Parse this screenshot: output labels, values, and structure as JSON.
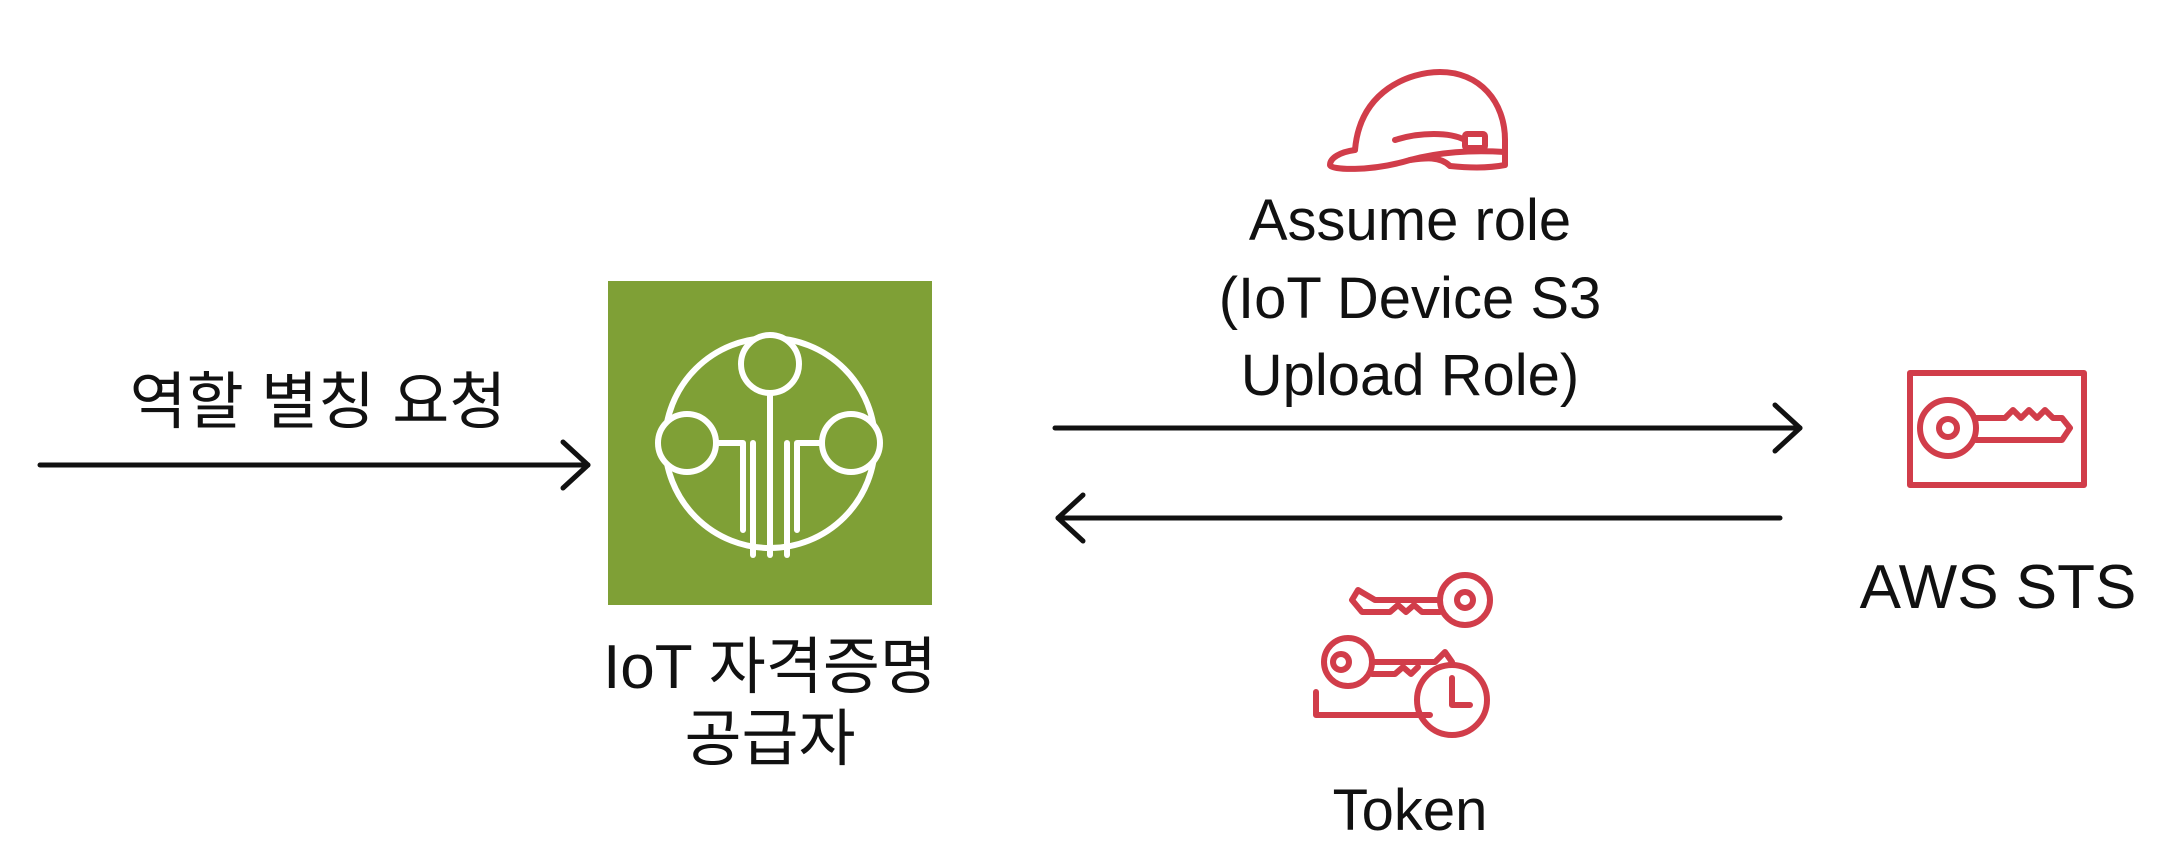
{
  "request_label": "역할 별칭 요청",
  "provider": {
    "label_line1": "IoT 자격증명",
    "label_line2": "공급자",
    "icon": "iot-certificate-provider-icon",
    "color": "#7FA036"
  },
  "assume_role": {
    "line1": "Assume role",
    "line2": "(IoT Device S3",
    "line3": "Upload Role)",
    "icon": "helmet-icon"
  },
  "token": {
    "label": "Token",
    "icon": "keys-clock-icon"
  },
  "sts": {
    "label": "AWS STS",
    "icon": "key-icon"
  },
  "colors": {
    "accent": "#D13D4A",
    "arrow": "#111111"
  }
}
